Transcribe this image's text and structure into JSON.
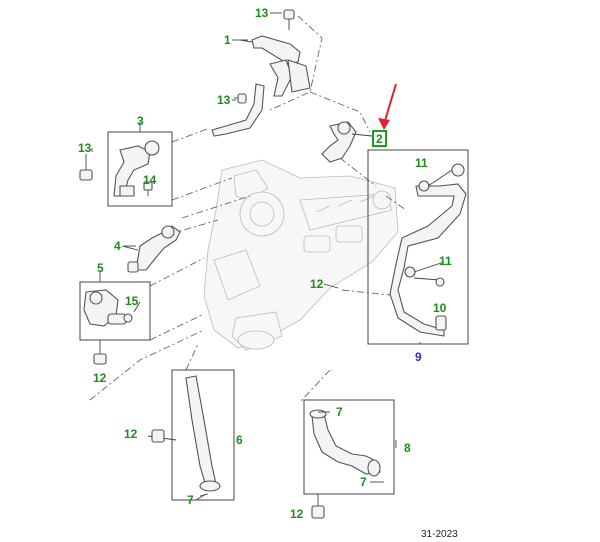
{
  "colors": {
    "callout_green": "#1f8a1f",
    "callout_blue": "#2a2ac8",
    "highlight_box": "#19a019",
    "arrow_red": "#e0202a"
  },
  "callouts": {
    "c13a": "13",
    "c1": "1",
    "c13b": "13",
    "c2": "2",
    "c3": "3",
    "c13c": "13",
    "c14": "14",
    "c4": "4",
    "c5": "5",
    "c15": "15",
    "c12a": "12",
    "c11a": "11",
    "c11b": "11",
    "c12b": "12",
    "c10": "10",
    "c9": "9",
    "c7a": "7",
    "c8": "8",
    "c12c": "12",
    "c6": "6",
    "c7b": "7",
    "c7c": "7",
    "c12d": "12"
  },
  "reference": "31-2023",
  "icons": [
    "red-pointer-arrow",
    "hose-part",
    "bolt-part",
    "clamp-part",
    "engine-outline"
  ]
}
